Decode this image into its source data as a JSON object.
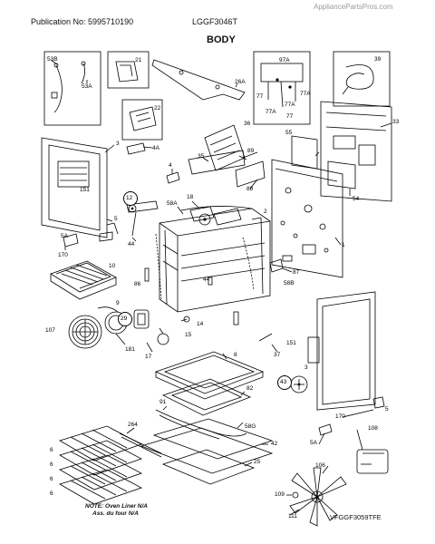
{
  "header": {
    "site": "AppliancePartsPros.com",
    "publication": "Publication No: 5995710190",
    "model": "LGGF3046T",
    "section": "BODY"
  },
  "footer": {
    "note_line1": "NOTE: Oven Liner N/A",
    "note_line2": "Ass. du four N/A",
    "drawing_code": "VFGGF3059TFE"
  },
  "labels": {
    "l53b": "53B",
    "l53a": "53A",
    "l21": "21",
    "l22": "22",
    "l26a": "26A",
    "l97a": "97A",
    "l77": "77",
    "l77a1": "77A",
    "l77a2": "77A",
    "l77a3": "77A",
    "l77b": "77",
    "l39": "39",
    "l3a": "3",
    "l151a": "151",
    "l4a": "4A",
    "l4": "4",
    "l35": "35",
    "l36": "36",
    "l89": "89",
    "l88": "88",
    "l55": "55",
    "l33": "33",
    "l54": "54",
    "l12": "12",
    "l18": "18",
    "l58a": "58A",
    "l2": "2",
    "l1": "1",
    "l5a": "5",
    "l5alpha": "5A",
    "l44a": "44",
    "l170a": "170",
    "l10": "10",
    "l9": "9",
    "l86": "86",
    "l44b": "44",
    "l87": "87",
    "l58b": "58B",
    "l107": "107",
    "l29": "29",
    "l14": "14",
    "l15": "15",
    "l17": "17",
    "l181": "181",
    "l151b": "151",
    "l37": "37",
    "l3b": "3",
    "l8": "8",
    "l43": "43",
    "l82": "82",
    "l91": "91",
    "l264": "264",
    "l58g": "58G",
    "l42": "42",
    "l25": "25",
    "l6a": "6",
    "l6b": "6",
    "l6c": "6",
    "l6d": "6",
    "l5b": "5",
    "l170b": "170",
    "l5a2": "5A",
    "l108": "108",
    "l106": "106",
    "l109": "109",
    "l111": "111"
  }
}
